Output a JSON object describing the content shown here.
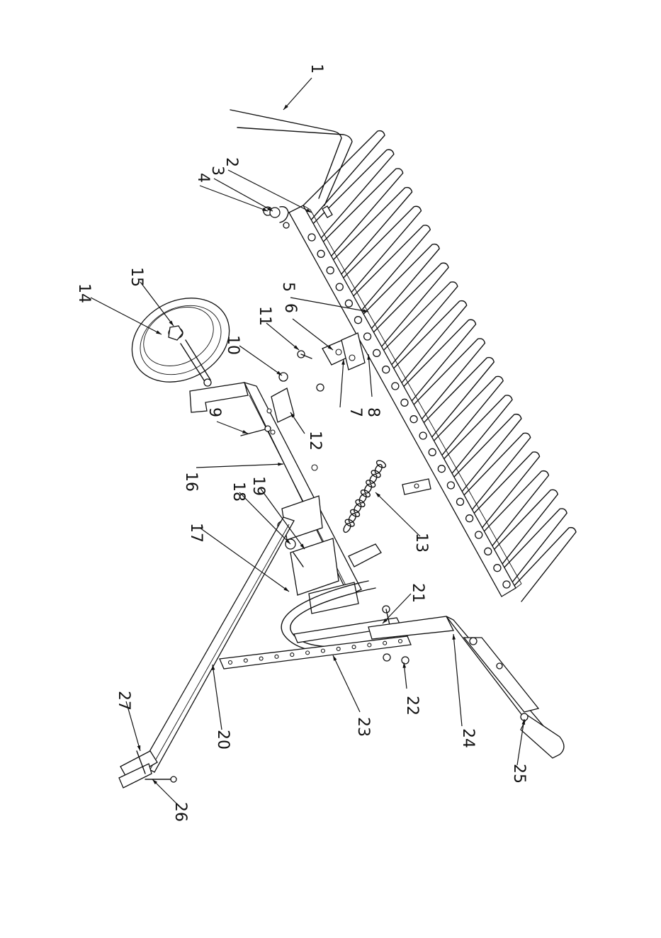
{
  "drawing": {
    "callouts": [
      {
        "id": "c1",
        "text": "1"
      },
      {
        "id": "c2",
        "text": "2"
      },
      {
        "id": "c3",
        "text": "3"
      },
      {
        "id": "c4",
        "text": "4"
      },
      {
        "id": "c5",
        "text": "5"
      },
      {
        "id": "c6",
        "text": "6"
      },
      {
        "id": "c7",
        "text": "7"
      },
      {
        "id": "c8",
        "text": "8"
      },
      {
        "id": "c9",
        "text": "9"
      },
      {
        "id": "c10",
        "text": "10"
      },
      {
        "id": "c11",
        "text": "11"
      },
      {
        "id": "c12",
        "text": "12"
      },
      {
        "id": "c13",
        "text": "13"
      },
      {
        "id": "c14",
        "text": "14"
      },
      {
        "id": "c15",
        "text": "15"
      },
      {
        "id": "c16",
        "text": "16"
      },
      {
        "id": "c17",
        "text": "17"
      },
      {
        "id": "c18",
        "text": "18"
      },
      {
        "id": "c19",
        "text": "19"
      },
      {
        "id": "c20",
        "text": "20"
      },
      {
        "id": "c21",
        "text": "21"
      },
      {
        "id": "c22",
        "text": "22"
      },
      {
        "id": "c23",
        "text": "23"
      },
      {
        "id": "c24",
        "text": "24"
      },
      {
        "id": "c25",
        "text": "25"
      },
      {
        "id": "c26",
        "text": "26"
      },
      {
        "id": "c27",
        "text": "27"
      }
    ]
  }
}
